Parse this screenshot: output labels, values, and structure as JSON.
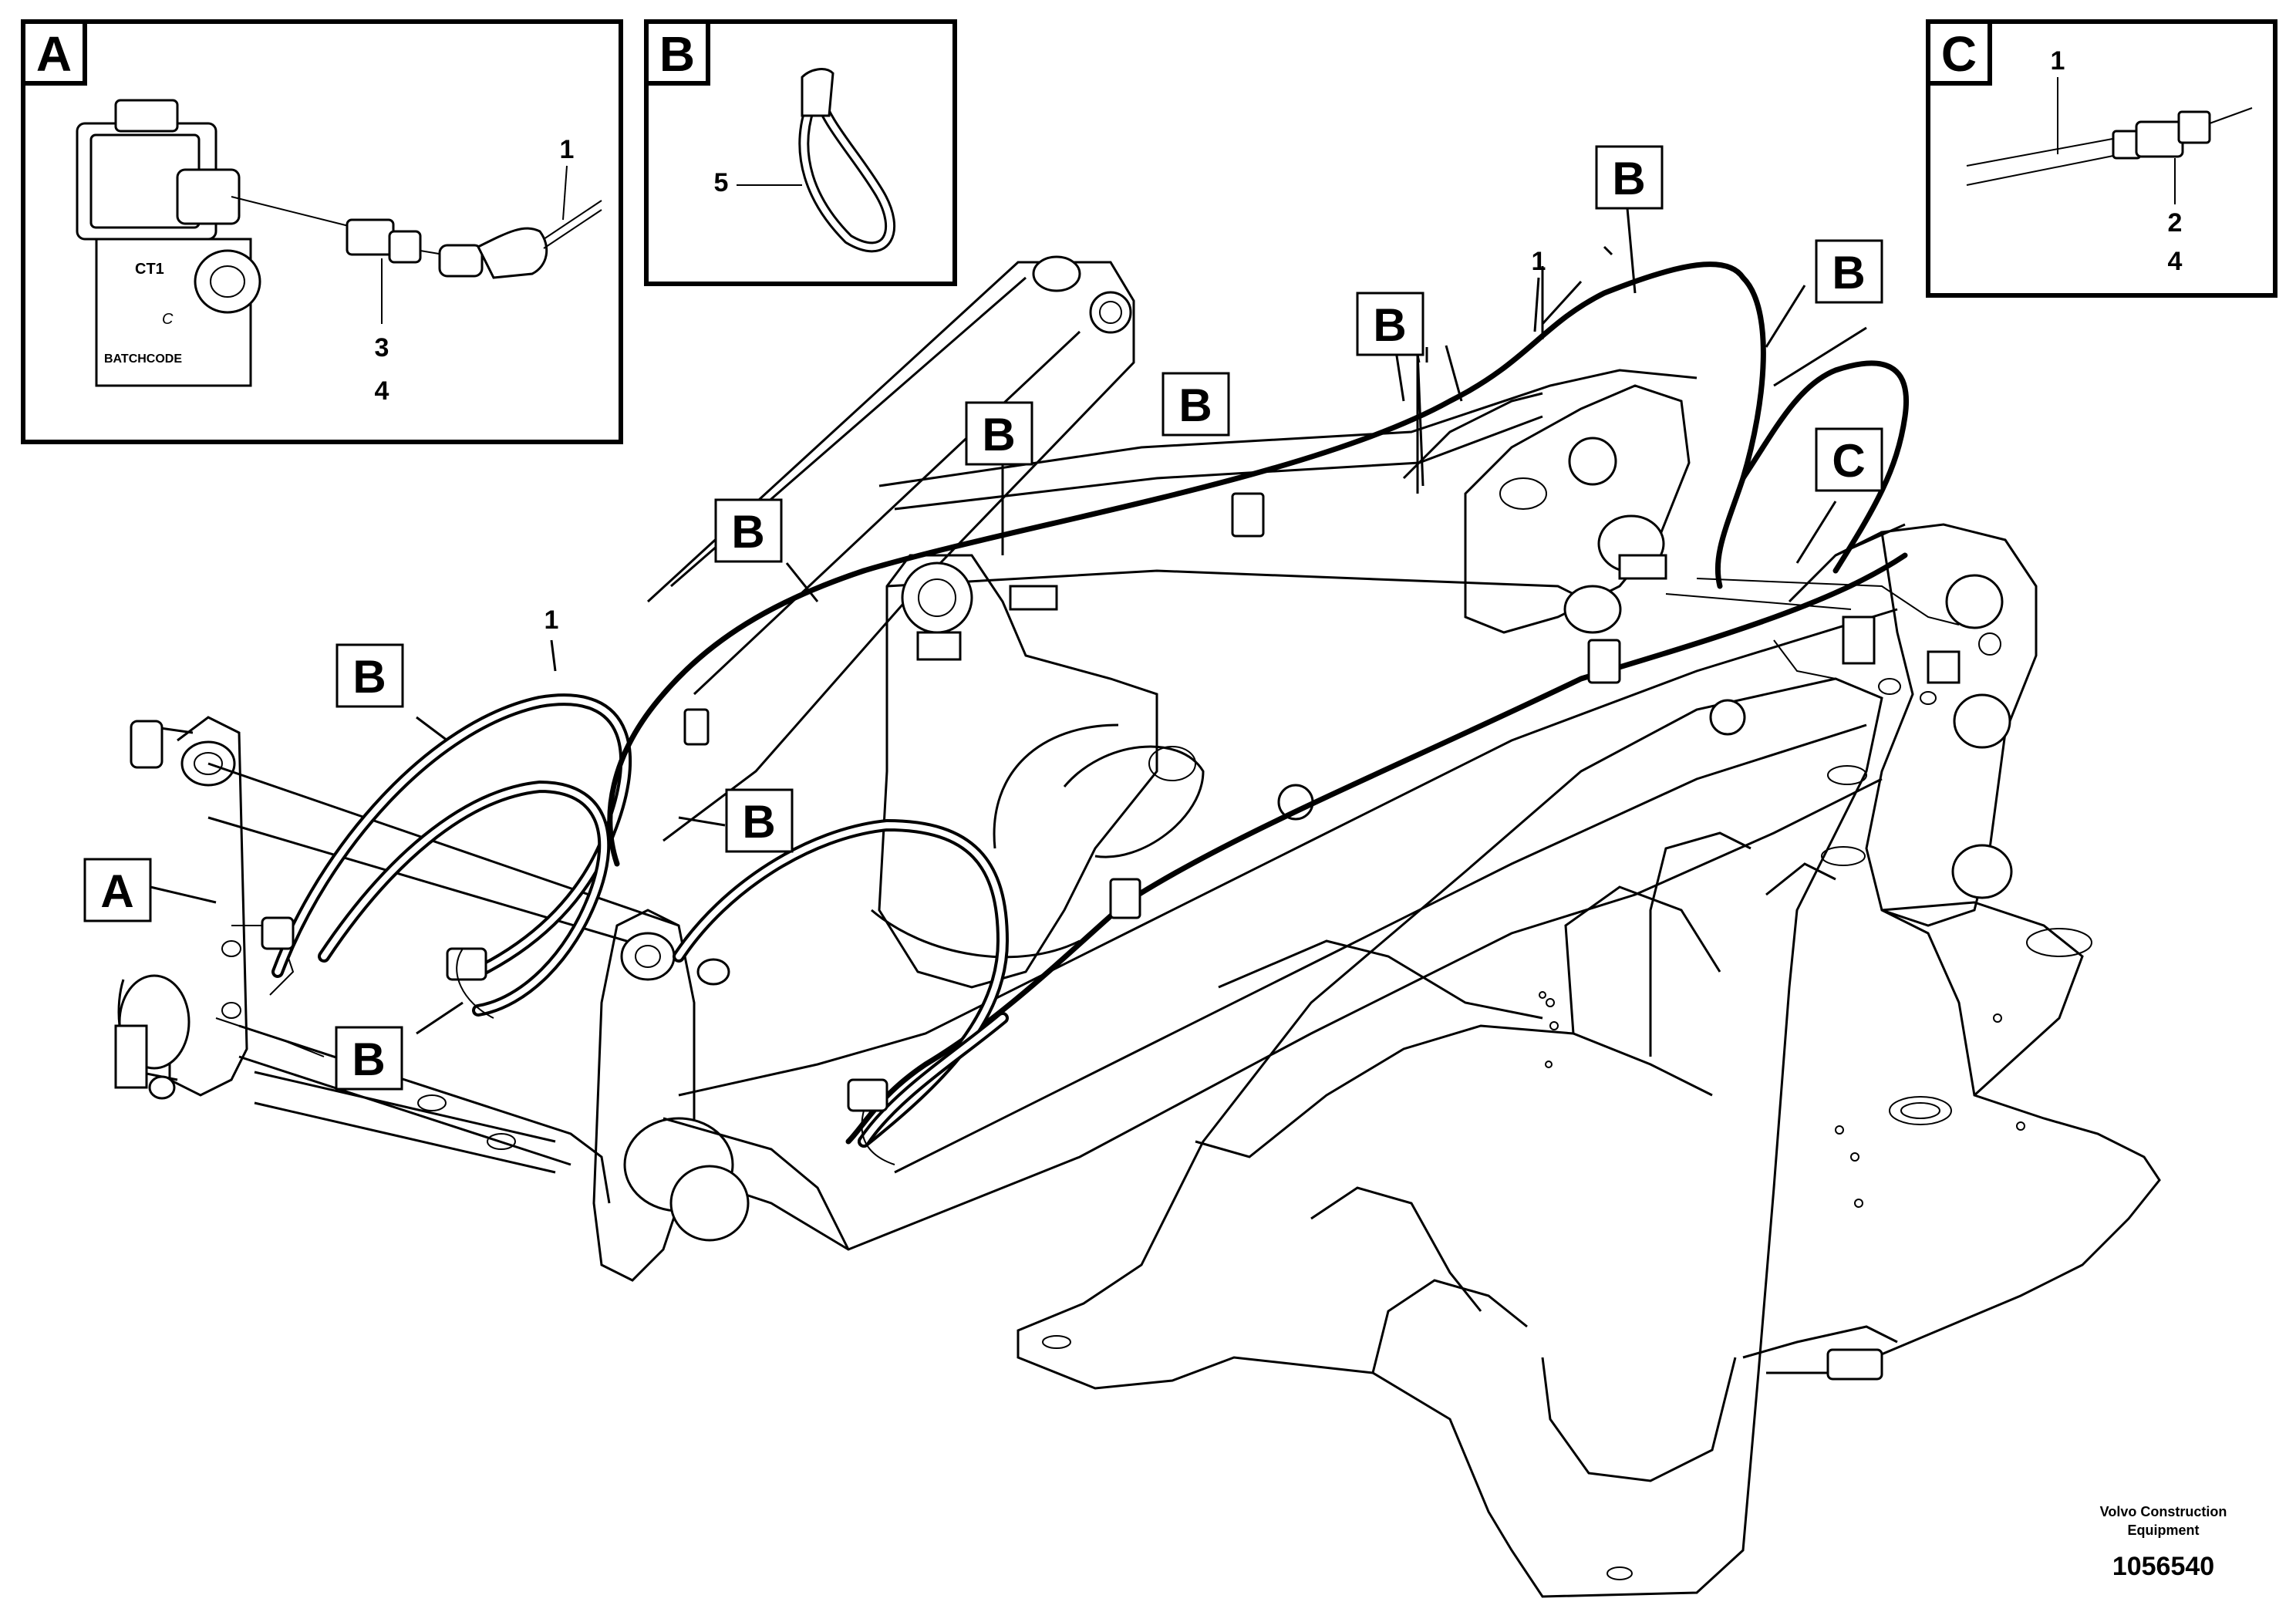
{
  "insets": {
    "a": {
      "letter": "A",
      "labels": {
        "ref1": "1",
        "ref3": "3",
        "ref4": "4",
        "valve_tag": "CT1",
        "valve_port": "C",
        "valve_maker": "BATCHCODE"
      }
    },
    "b": {
      "letter": "B",
      "labels": {
        "ref5": "5"
      }
    },
    "c": {
      "letter": "C",
      "labels": {
        "ref1": "1",
        "ref2": "2",
        "ref4": "4"
      }
    }
  },
  "callouts": {
    "b1": "B",
    "b2": "B",
    "b3": "B",
    "b4": "B",
    "b5": "B",
    "b6": "B",
    "b7": "B",
    "b8": "B",
    "b9": "B",
    "a_main": "A",
    "c_main": "C"
  },
  "refs": {
    "cable1_top": "1",
    "cable1_left": "1"
  },
  "footer": {
    "company_line1": "Volvo Construction",
    "company_line2": "Equipment",
    "doc_number": "1056540"
  }
}
